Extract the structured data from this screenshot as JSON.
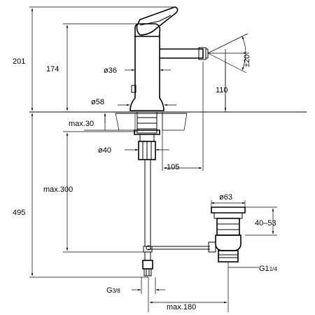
{
  "dimensions": {
    "total_height_upper": "201",
    "spout_height": "174",
    "body_diameter": "ø36",
    "base_diameter": "ø58",
    "spout_reach": "110",
    "spray_angle": "±20°",
    "max_counter_thickness": "max.30",
    "shank_diameter": "ø40",
    "shank_offset": "105",
    "max_hose_length": "max.300",
    "total_height_lower": "495",
    "waste_diameter": "ø63",
    "waste_range": "40–53",
    "waste_thread": "G1",
    "waste_thread_fraction": "1/4",
    "inlet_thread": "G",
    "inlet_thread_fraction": "3/8",
    "max_rod_length": "max.180"
  }
}
